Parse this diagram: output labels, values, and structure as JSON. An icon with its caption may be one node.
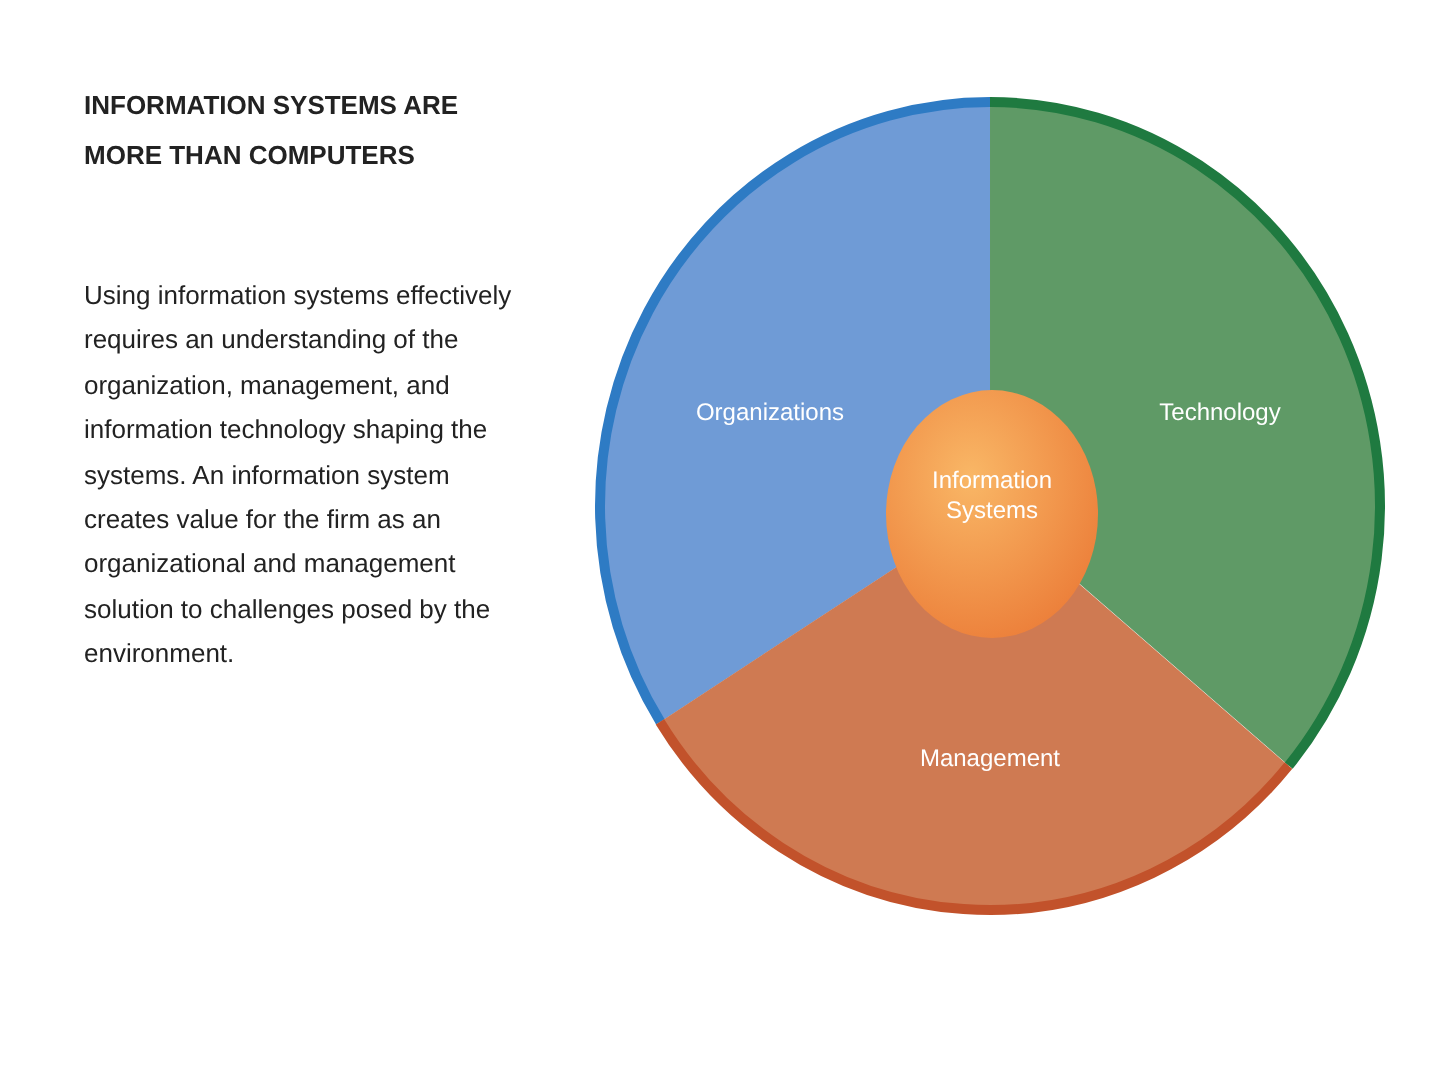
{
  "diagram": {
    "title": "INFORMATION SYSTEMS ARE MORE THAN COMPUTERS",
    "nodes": [
      {
        "text": [
          "Organizations"
        ]
      },
      {
        "text": [
          "Technology"
        ]
      },
      {
        "text": [
          "Management"
        ]
      },
      {
        "text": [
          "Information Systems"
        ]
      }
    ],
    "labels": [
      "Using information systems effectively requires an understanding of the organization, management, and information technology shaping the systems. An information system creates value for the firm as an organizational and management solution to challenges posed by the environment."
    ]
  }
}
